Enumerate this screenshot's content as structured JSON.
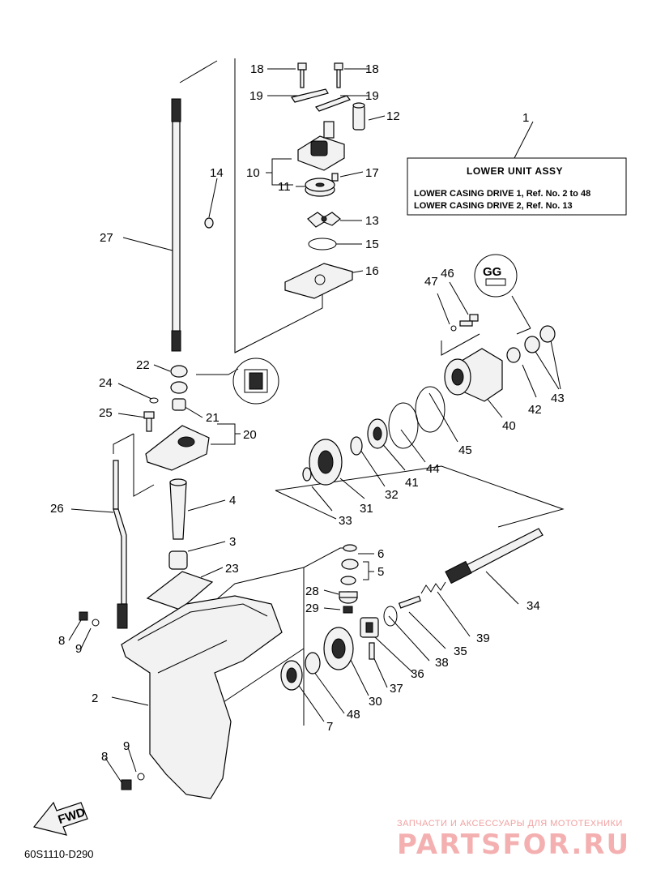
{
  "diagram": {
    "assembly_box": {
      "title": "LOWER  UNIT  ASSY",
      "line1": "LOWER CASING DRIVE 1, Ref. No. 2 to 48",
      "line2": "LOWER CASING DRIVE 2, Ref. No. 13"
    },
    "drawing_code": "60S1110-D290",
    "fwd_label": "FWD",
    "watermark_small": "ЗАПЧАСТИ И АКСЕССУАРЫ ДЛЯ МОТОТЕХНИКИ",
    "watermark_big": "PARTSFOR.RU",
    "labels": [
      "18",
      "18",
      "19",
      "19",
      "12",
      "1",
      "10",
      "17",
      "11",
      "14",
      "13",
      "15",
      "27",
      "16",
      "46",
      "47",
      "22",
      "24",
      "42",
      "43",
      "40",
      "21",
      "25",
      "20",
      "45",
      "44",
      "41",
      "32",
      "26",
      "4",
      "33",
      "31",
      "3",
      "6",
      "23",
      "5",
      "34",
      "28",
      "29",
      "39",
      "8",
      "9",
      "35",
      "38",
      "36",
      "30",
      "37",
      "2",
      "7",
      "48",
      "9",
      "8"
    ]
  }
}
